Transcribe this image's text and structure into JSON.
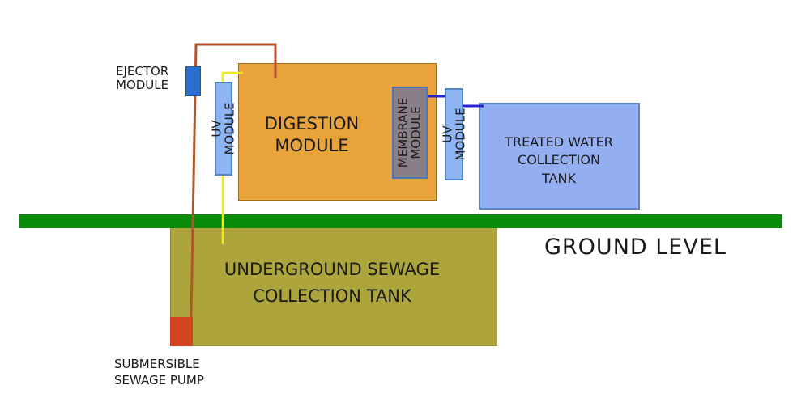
{
  "colors": {
    "ground": "#0a8a0a",
    "underground_tank": "#ada43c",
    "pump": "#d2441e",
    "digestion": "#e8a43a",
    "membrane": "#8a7f86",
    "membrane_border": "#4a78b8",
    "uv": "#8fb4f2",
    "uv_border": "#4f86c9",
    "treated_tank": "#93aff2",
    "treated_border": "#5a84d0",
    "ejector": "#2a6fd0",
    "pipe_red": "#b5532f",
    "pipe_yellow": "#f2e81a",
    "pipe_blue": "#2424d0"
  },
  "labels": {
    "ejector": "EJECTOR\nMODULE",
    "uv_left": "UV MODULE",
    "digestion": "DIGESTION\nMODULE",
    "membrane": "MEMBRANE\nMODULE",
    "uv_right": "UV MODULE",
    "treated": "TREATED WATER\nCOLLECTION\nTANK",
    "ground": "GROUND LEVEL",
    "underground": "UNDERGROUND SEWAGE\nCOLLECTION TANK",
    "pump": "SUBMERSIBLE\nSEWAGE PUMP"
  }
}
